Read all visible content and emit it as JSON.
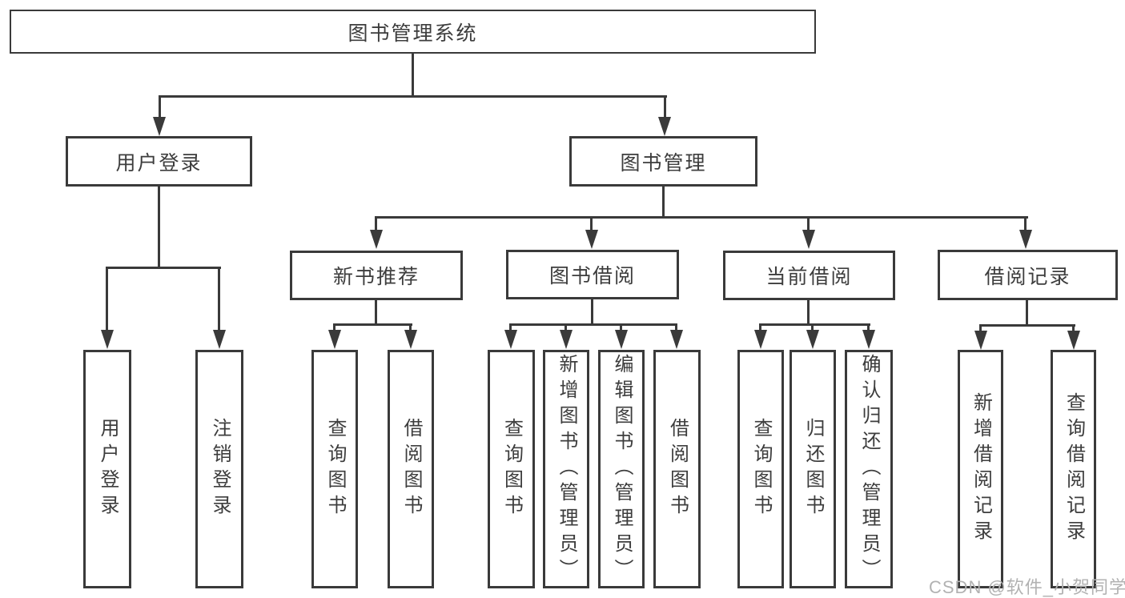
{
  "diagram": {
    "type": "hierarchy-tree",
    "colors": {
      "background": "#ffffff",
      "line": "#3a3a3a",
      "box_border": "#3a3a3a",
      "text": "#3d3d3d",
      "watermark": "#b2b2b2"
    },
    "icons": {
      "arrowhead": "solid-triangle-down-css-shape"
    }
  },
  "tree": {
    "label": "图书管理系统",
    "children": [
      {
        "label": "用户登录",
        "children": [
          {
            "label": "用户登录"
          },
          {
            "label": "注销登录"
          }
        ]
      },
      {
        "label": "图书管理",
        "children": [
          {
            "label": "新书推荐",
            "children": [
              {
                "label": "查询图书"
              },
              {
                "label": "借阅图书"
              }
            ]
          },
          {
            "label": "图书借阅",
            "children": [
              {
                "label": "查询图书"
              },
              {
                "label": "新增图书（管理员）"
              },
              {
                "label": "编辑图书（管理员）"
              },
              {
                "label": "借阅图书"
              }
            ]
          },
          {
            "label": "当前借阅",
            "children": [
              {
                "label": "查询图书"
              },
              {
                "label": "归还图书"
              },
              {
                "label": "确认归还（管理员）"
              }
            ]
          },
          {
            "label": "借阅记录",
            "children": [
              {
                "label": "新增借阅记录"
              },
              {
                "label": "查询借阅记录"
              }
            ]
          }
        ]
      }
    ]
  },
  "watermark": {
    "text": "CSDN @软件_小贺同学"
  }
}
